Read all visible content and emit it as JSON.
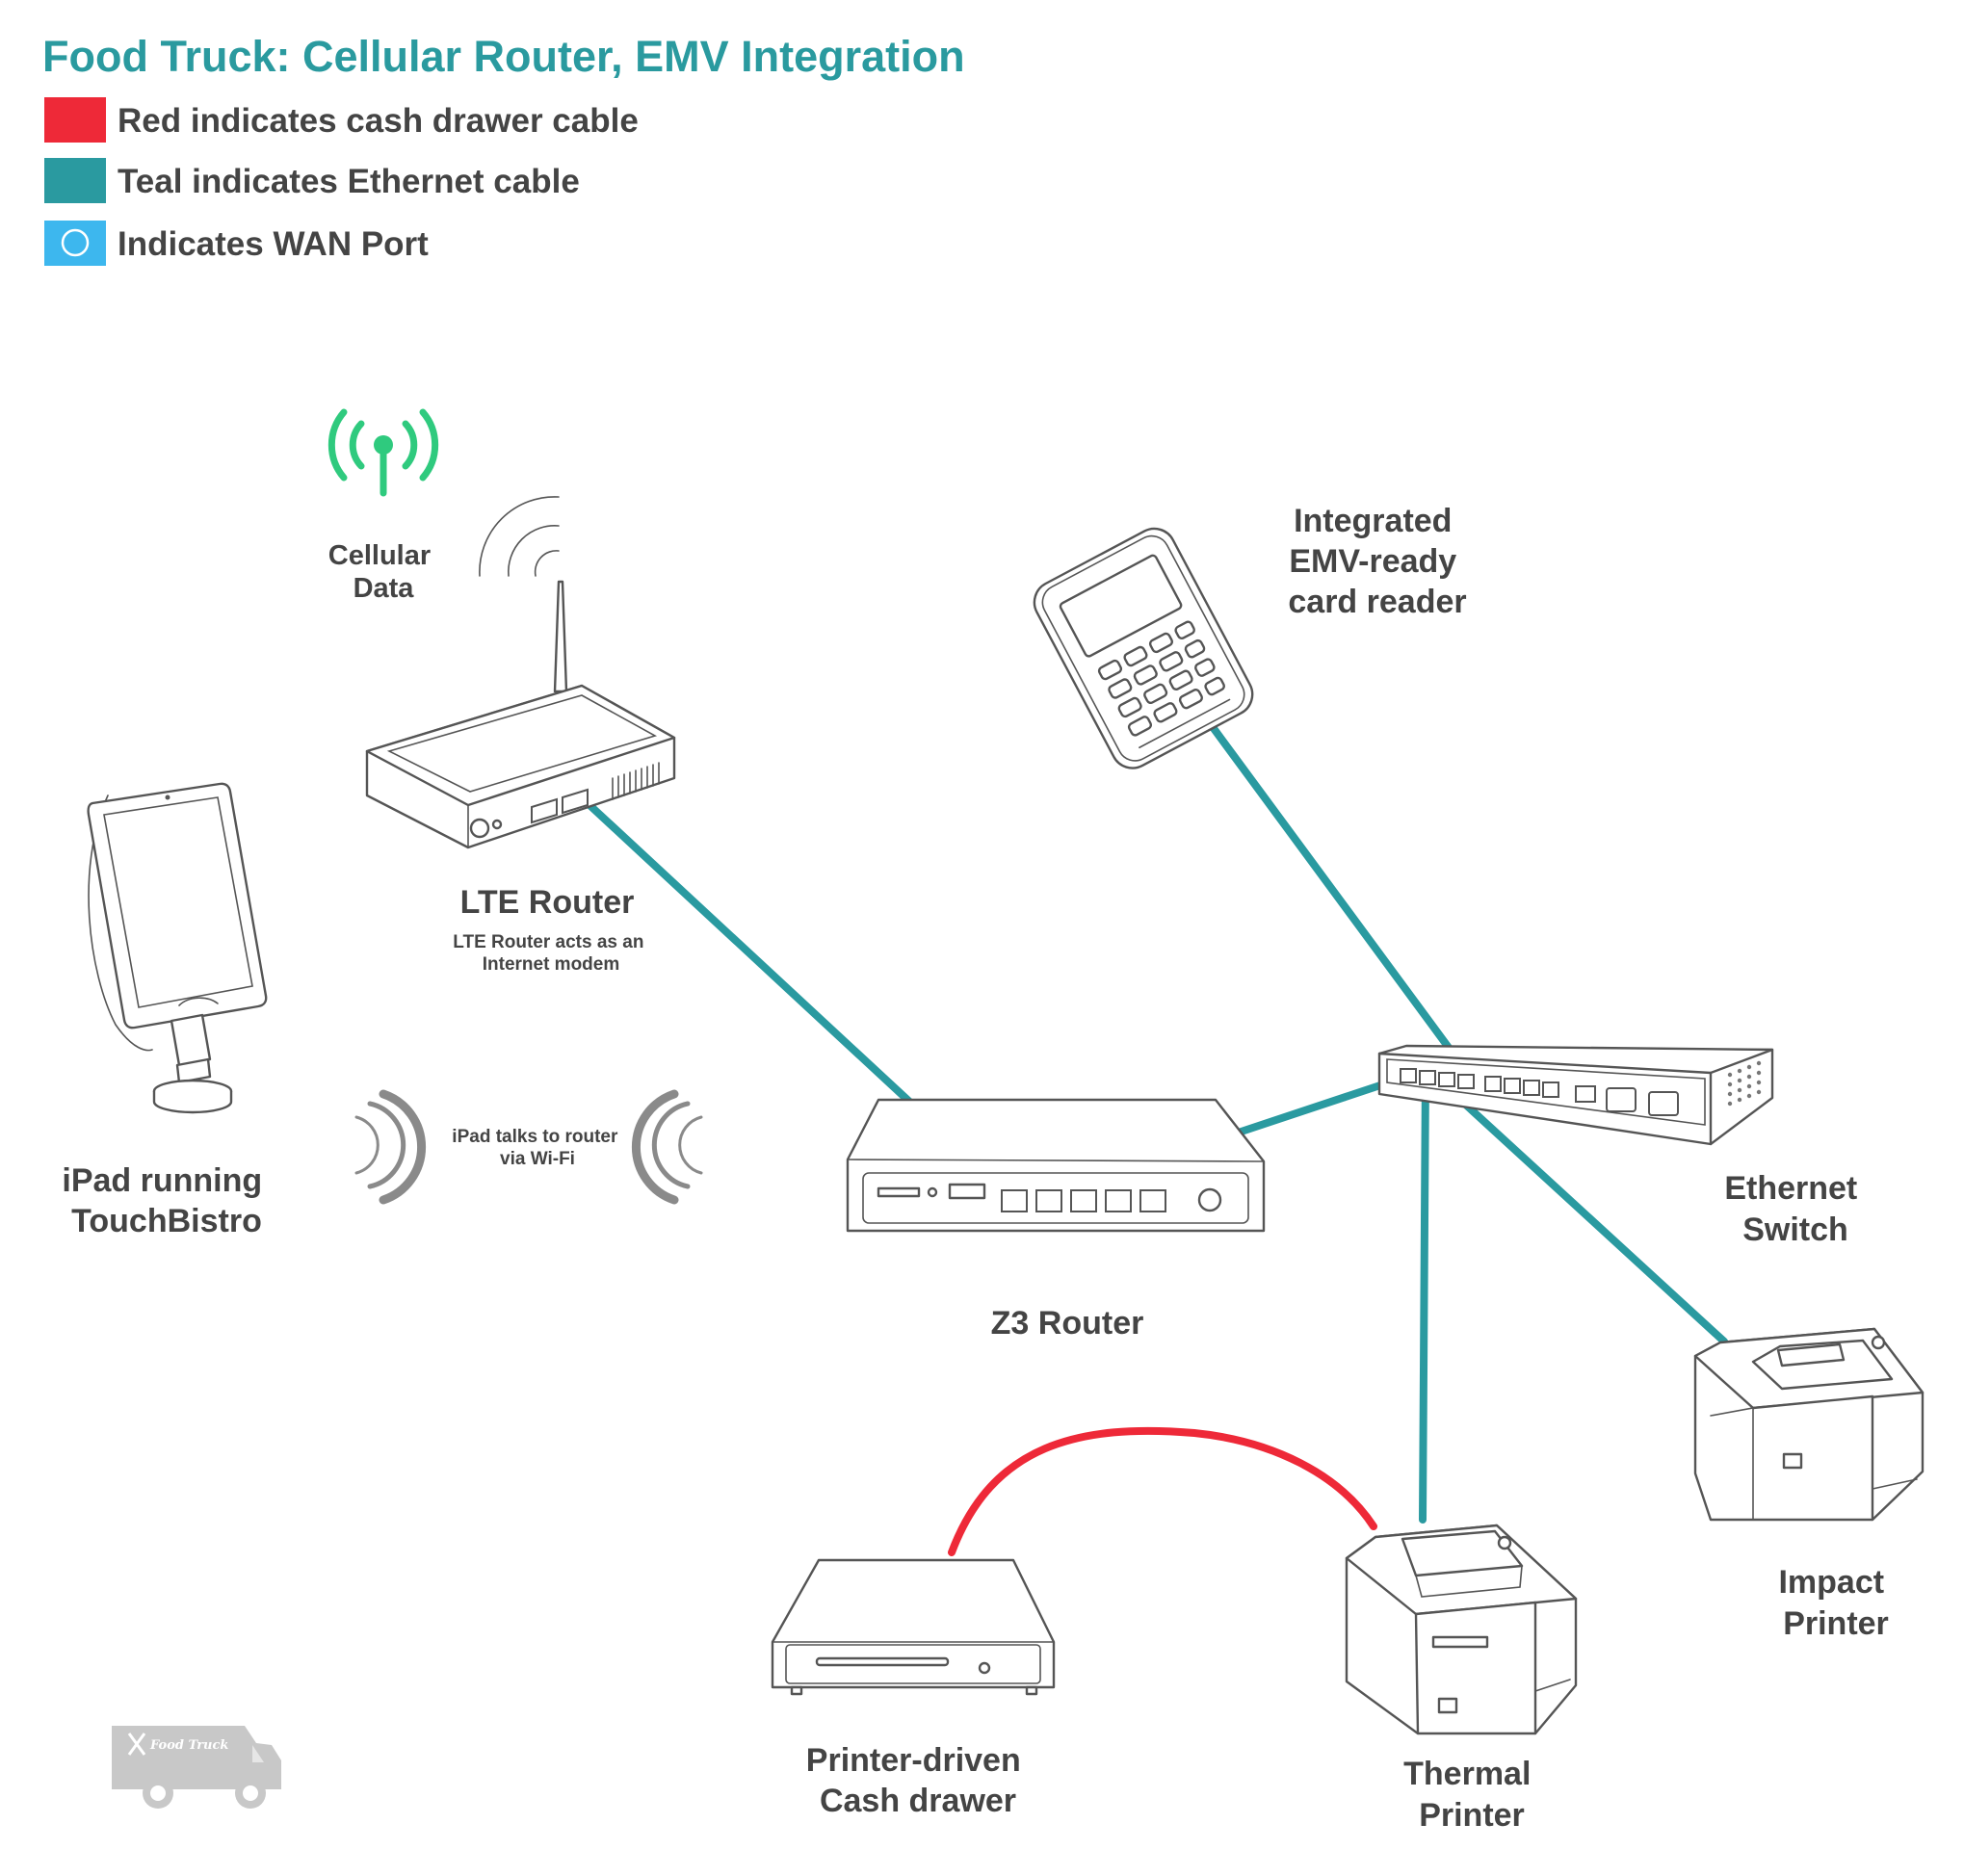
{
  "title": "Food Truck: Cellular Router, EMV Integration",
  "colors": {
    "title": "#2a9a9f",
    "cash_cable": "#ee2938",
    "ethernet_cable": "#2a9aa0",
    "wan_port": "#3db7ee",
    "cellular_signal": "#2fca7e",
    "wifi_waves": "#8a8a8a"
  },
  "legend": [
    {
      "swatch": "red-swatch",
      "text": "Red indicates cash drawer cable"
    },
    {
      "swatch": "teal-swatch",
      "text": "Teal indicates Ethernet cable"
    },
    {
      "swatch": "wan-port-swatch",
      "text": "Indicates WAN Port"
    }
  ],
  "labels": {
    "cellular": [
      "Cellular",
      "Data"
    ],
    "lte_router": "LTE Router",
    "lte_router_note": [
      "LTE Router acts as an",
      "Internet modem"
    ],
    "ipad": [
      "iPad running",
      "TouchBistro"
    ],
    "wifi_note": [
      "iPad talks to router",
      "via Wi-Fi"
    ],
    "card_reader": [
      "Integrated",
      "EMV-ready",
      "card reader"
    ],
    "ethernet_switch": [
      "Ethernet",
      "Switch"
    ],
    "z3_router": "Z3 Router",
    "impact_printer": [
      "Impact",
      "Printer"
    ],
    "cash_drawer": [
      "Printer-driven",
      "Cash drawer"
    ],
    "thermal_printer": [
      "Thermal",
      "Printer"
    ],
    "truck_logo_text": "Food Truck"
  },
  "icons": [
    "cellular-signal-icon",
    "wifi-waves-icon",
    "food-truck-logo"
  ]
}
